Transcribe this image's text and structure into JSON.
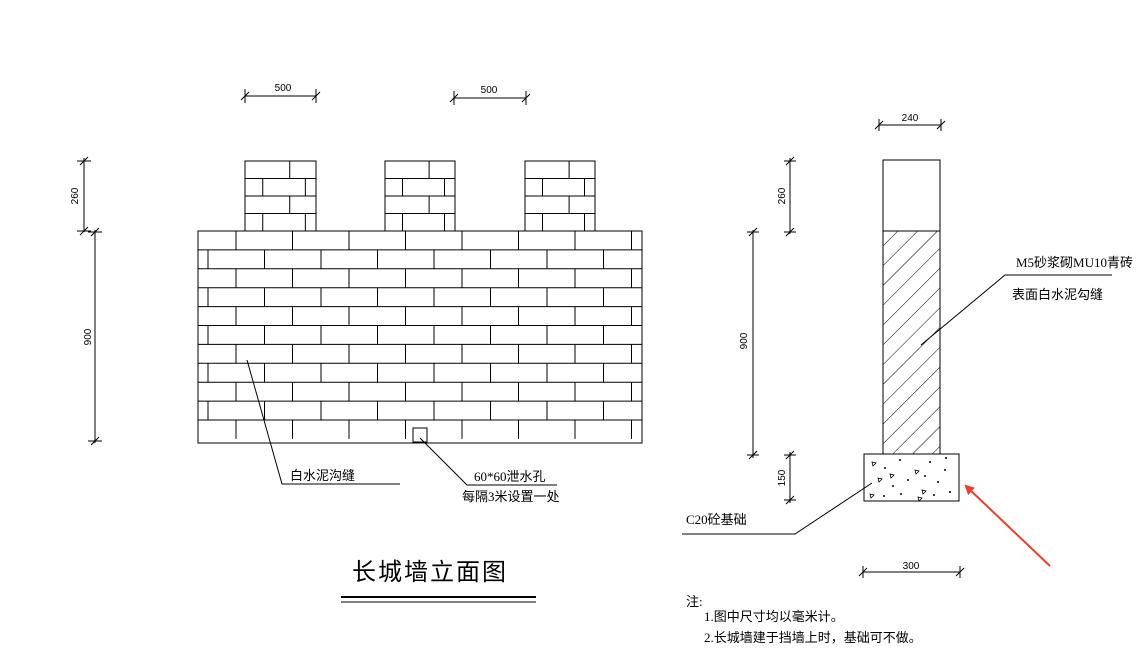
{
  "elevation": {
    "dim_top_left": "500",
    "dim_top_right": "500",
    "dim_left_upper": "260",
    "dim_left_lower": "900",
    "label_joint": "白水泥沟缝",
    "label_drain_line1": "60*60泄水孔",
    "label_drain_line2": "每隔3米设置一处",
    "title": "长城墙立面图"
  },
  "section": {
    "dim_top": "240",
    "dim_upper": "260",
    "dim_middle": "900",
    "dim_lower": "150",
    "dim_bottom": "300",
    "label_brick_line1": "M5砂浆砌MU10青砖",
    "label_brick_line2": "表面白水泥勾缝",
    "label_foundation": "C20砼基础",
    "arrow_color": "#e8412c"
  },
  "notes": {
    "heading": "注:",
    "items": [
      "1.图中尺寸均以毫米计。",
      "2.长城墙建于挡墙上时，基础可不做。"
    ]
  }
}
